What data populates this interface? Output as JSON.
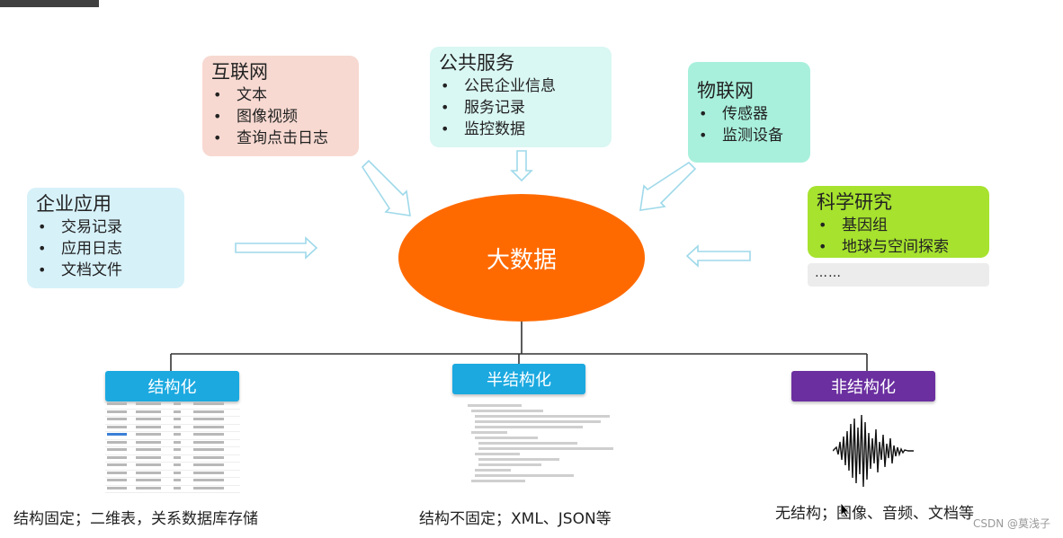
{
  "center": "大数据",
  "sources": {
    "internet": {
      "title": "互联网",
      "items": [
        "文本",
        "图像视频",
        "查询点击日志"
      ]
    },
    "public": {
      "title": "公共服务",
      "items": [
        "公民企业信息",
        "服务记录",
        "监控数据"
      ]
    },
    "iot": {
      "title": "物联网",
      "items": [
        "传感器",
        "监测设备"
      ]
    },
    "science": {
      "title": "科学研究",
      "items": [
        "基因组",
        "地球与空间探索"
      ]
    },
    "enterprise": {
      "title": "企业应用",
      "items": [
        "交易记录",
        "应用日志",
        "文档文件"
      ]
    },
    "more": "……"
  },
  "categories": {
    "structured": {
      "label": "结构化",
      "caption": "结构固定；二维表，关系数据库存储"
    },
    "semi": {
      "label": "半结构化",
      "caption": "结构不固定；XML、JSON等"
    },
    "unstructured": {
      "label": "非结构化",
      "caption": "无结构；图像、音频、文档等"
    }
  },
  "watermark": "CSDN @莫浅子",
  "colors": {
    "center": "#ff6a00",
    "internet": "#f7d9d1",
    "public": "#d9f7f3",
    "iot": "#a8f0dc",
    "science": "#a6e22e",
    "enterprise": "#d7f1f9",
    "category_blue": "#1ba9e0",
    "category_purple": "#6b2fa0",
    "arrow": "#9fd9ea"
  }
}
